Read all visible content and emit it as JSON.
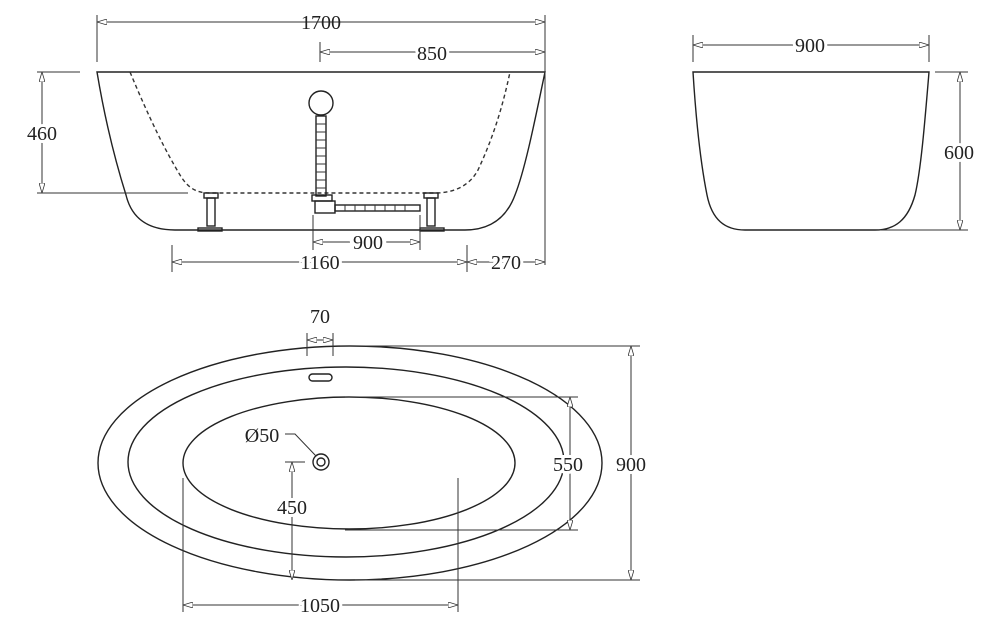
{
  "front_view": {
    "overall_length": "1700",
    "half_length": "850",
    "inner_depth": "460",
    "drain_to_leg": "900",
    "leg_span": "1160",
    "leg_offset": "270"
  },
  "side_view": {
    "width": "900",
    "height": "600"
  },
  "top_view": {
    "overflow_width": "70",
    "drain_diameter": "Ø50",
    "inner_width": "550",
    "outer_width": "900",
    "drain_offset": "450",
    "inner_length": "1050"
  }
}
